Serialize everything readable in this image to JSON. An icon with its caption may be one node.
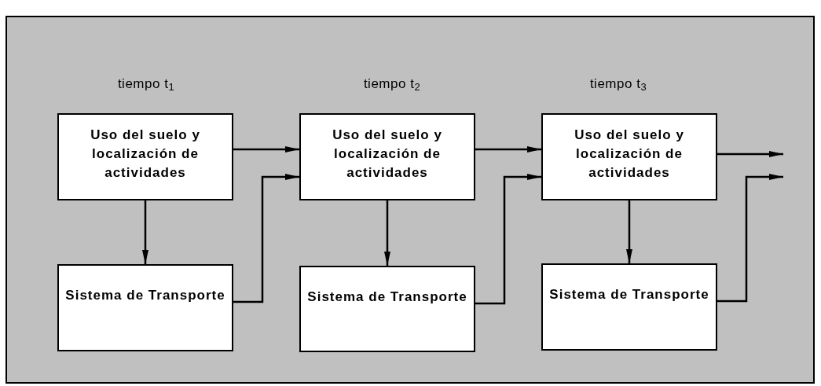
{
  "diagram": {
    "nodes": [
      {
        "text": [
          "Uso del suelo y localización de actividades"
        ]
      },
      {
        "text": [
          "Sistema de Transporte"
        ]
      },
      {
        "text": [
          "Uso del suelo y localización de actividades"
        ]
      },
      {
        "text": [
          "Sistema de Transporte"
        ]
      },
      {
        "text": [
          "Uso del suelo y localización de actividades"
        ]
      },
      {
        "text": [
          "Sistema de Transporte"
        ]
      }
    ],
    "edges": [
      {
        "from": 0,
        "to": 1,
        "arrow": "to"
      },
      {
        "from": 0,
        "to": 2,
        "arrow": "to"
      },
      {
        "from": 1,
        "to": 2,
        "arrow": "to"
      },
      {
        "from": 2,
        "to": 3,
        "arrow": "to"
      },
      {
        "from": 2,
        "to": 4,
        "arrow": "to"
      },
      {
        "from": 3,
        "to": 4,
        "arrow": "to"
      },
      {
        "from": 4,
        "to": 5,
        "arrow": "to"
      },
      {
        "from": 4,
        "to": null,
        "arrow": "to"
      },
      {
        "from": 5,
        "to": null,
        "arrow": "to"
      }
    ],
    "labels": [
      "tiempo t$_{1}$",
      "tiempo t$_{2}$",
      "tiempo t$_{3}$"
    ]
  }
}
